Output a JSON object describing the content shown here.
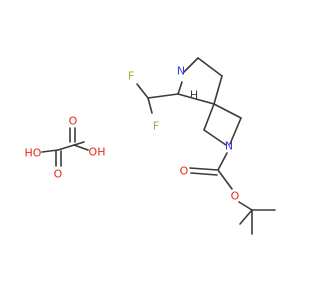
{
  "colors": {
    "bond": "#3a3a3a",
    "nitrogen": "#3838f0",
    "oxygen": "#e8261a",
    "fluorine": "#8fb63c",
    "hydrogen": "#3a3a3a"
  },
  "molecule": {
    "atoms": {
      "nh": "N",
      "nh_h": "H",
      "f_upper": "F",
      "f_lower": "F",
      "n_ring": "N",
      "o_carbonyl": "O",
      "o_ester": "O"
    }
  },
  "oxalic_acid": {
    "atoms": {
      "o_top": "O",
      "o_bottom": "O",
      "oh_left": "HO",
      "oh_right": "OH"
    }
  }
}
